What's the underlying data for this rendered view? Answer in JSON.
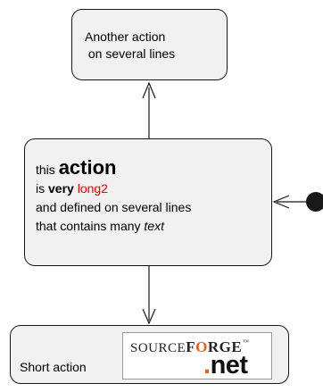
{
  "nodes": {
    "top": {
      "text": "Another action\n on several lines"
    },
    "middle": {
      "word_this": "this",
      "word_action": "action",
      "word_is": "is",
      "word_very": "very",
      "word_long2": "long2",
      "line3": "and defined on several lines",
      "line4_prefix": "that contains many ",
      "line4_italic": "text"
    },
    "bottom": {
      "label": "Short action",
      "logo": {
        "source": "SOURCE",
        "f": "F",
        "o": "O",
        "rge": "RGE",
        "tm": "™",
        "dot": ".",
        "net": "net"
      }
    }
  },
  "colors": {
    "node_fill": "#f1f1f1",
    "node_border": "#181818",
    "highlight": "#ff0000",
    "logo_accent": "#e8601c"
  }
}
